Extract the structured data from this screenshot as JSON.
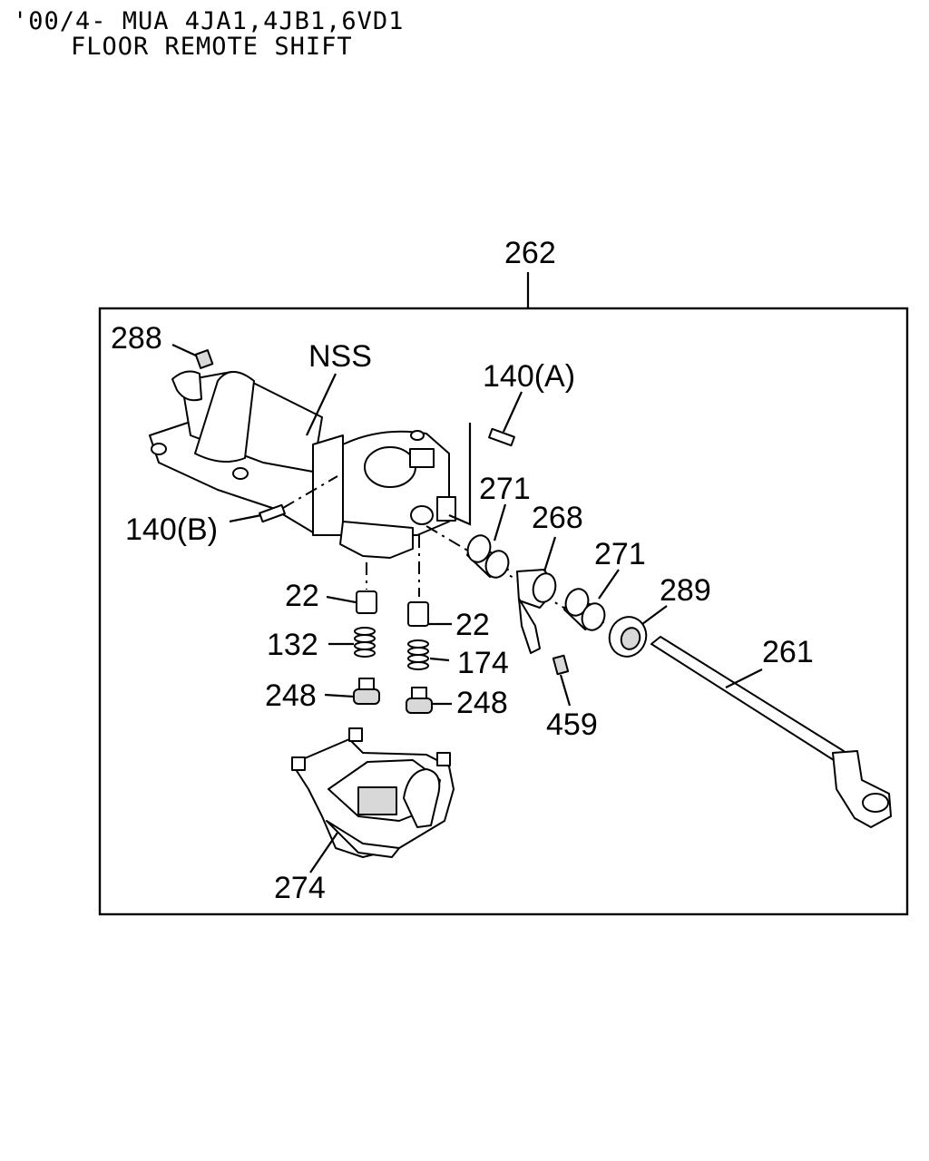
{
  "header": {
    "line1": "'00/4- MUA 4JA1,4JB1,6VD1",
    "line2": "FLOOR REMOTE SHIFT"
  },
  "callouts": {
    "c262": "262",
    "c288": "288",
    "nss": "NSS",
    "c140a": "140(A)",
    "c140b": "140(B)",
    "c271a": "271",
    "c268": "268",
    "c271b": "271",
    "c289": "289",
    "c261": "261",
    "c22a": "22",
    "c22b": "22",
    "c132": "132",
    "c174": "174",
    "c248a": "248",
    "c248b": "248",
    "c459": "459",
    "c274": "274"
  }
}
